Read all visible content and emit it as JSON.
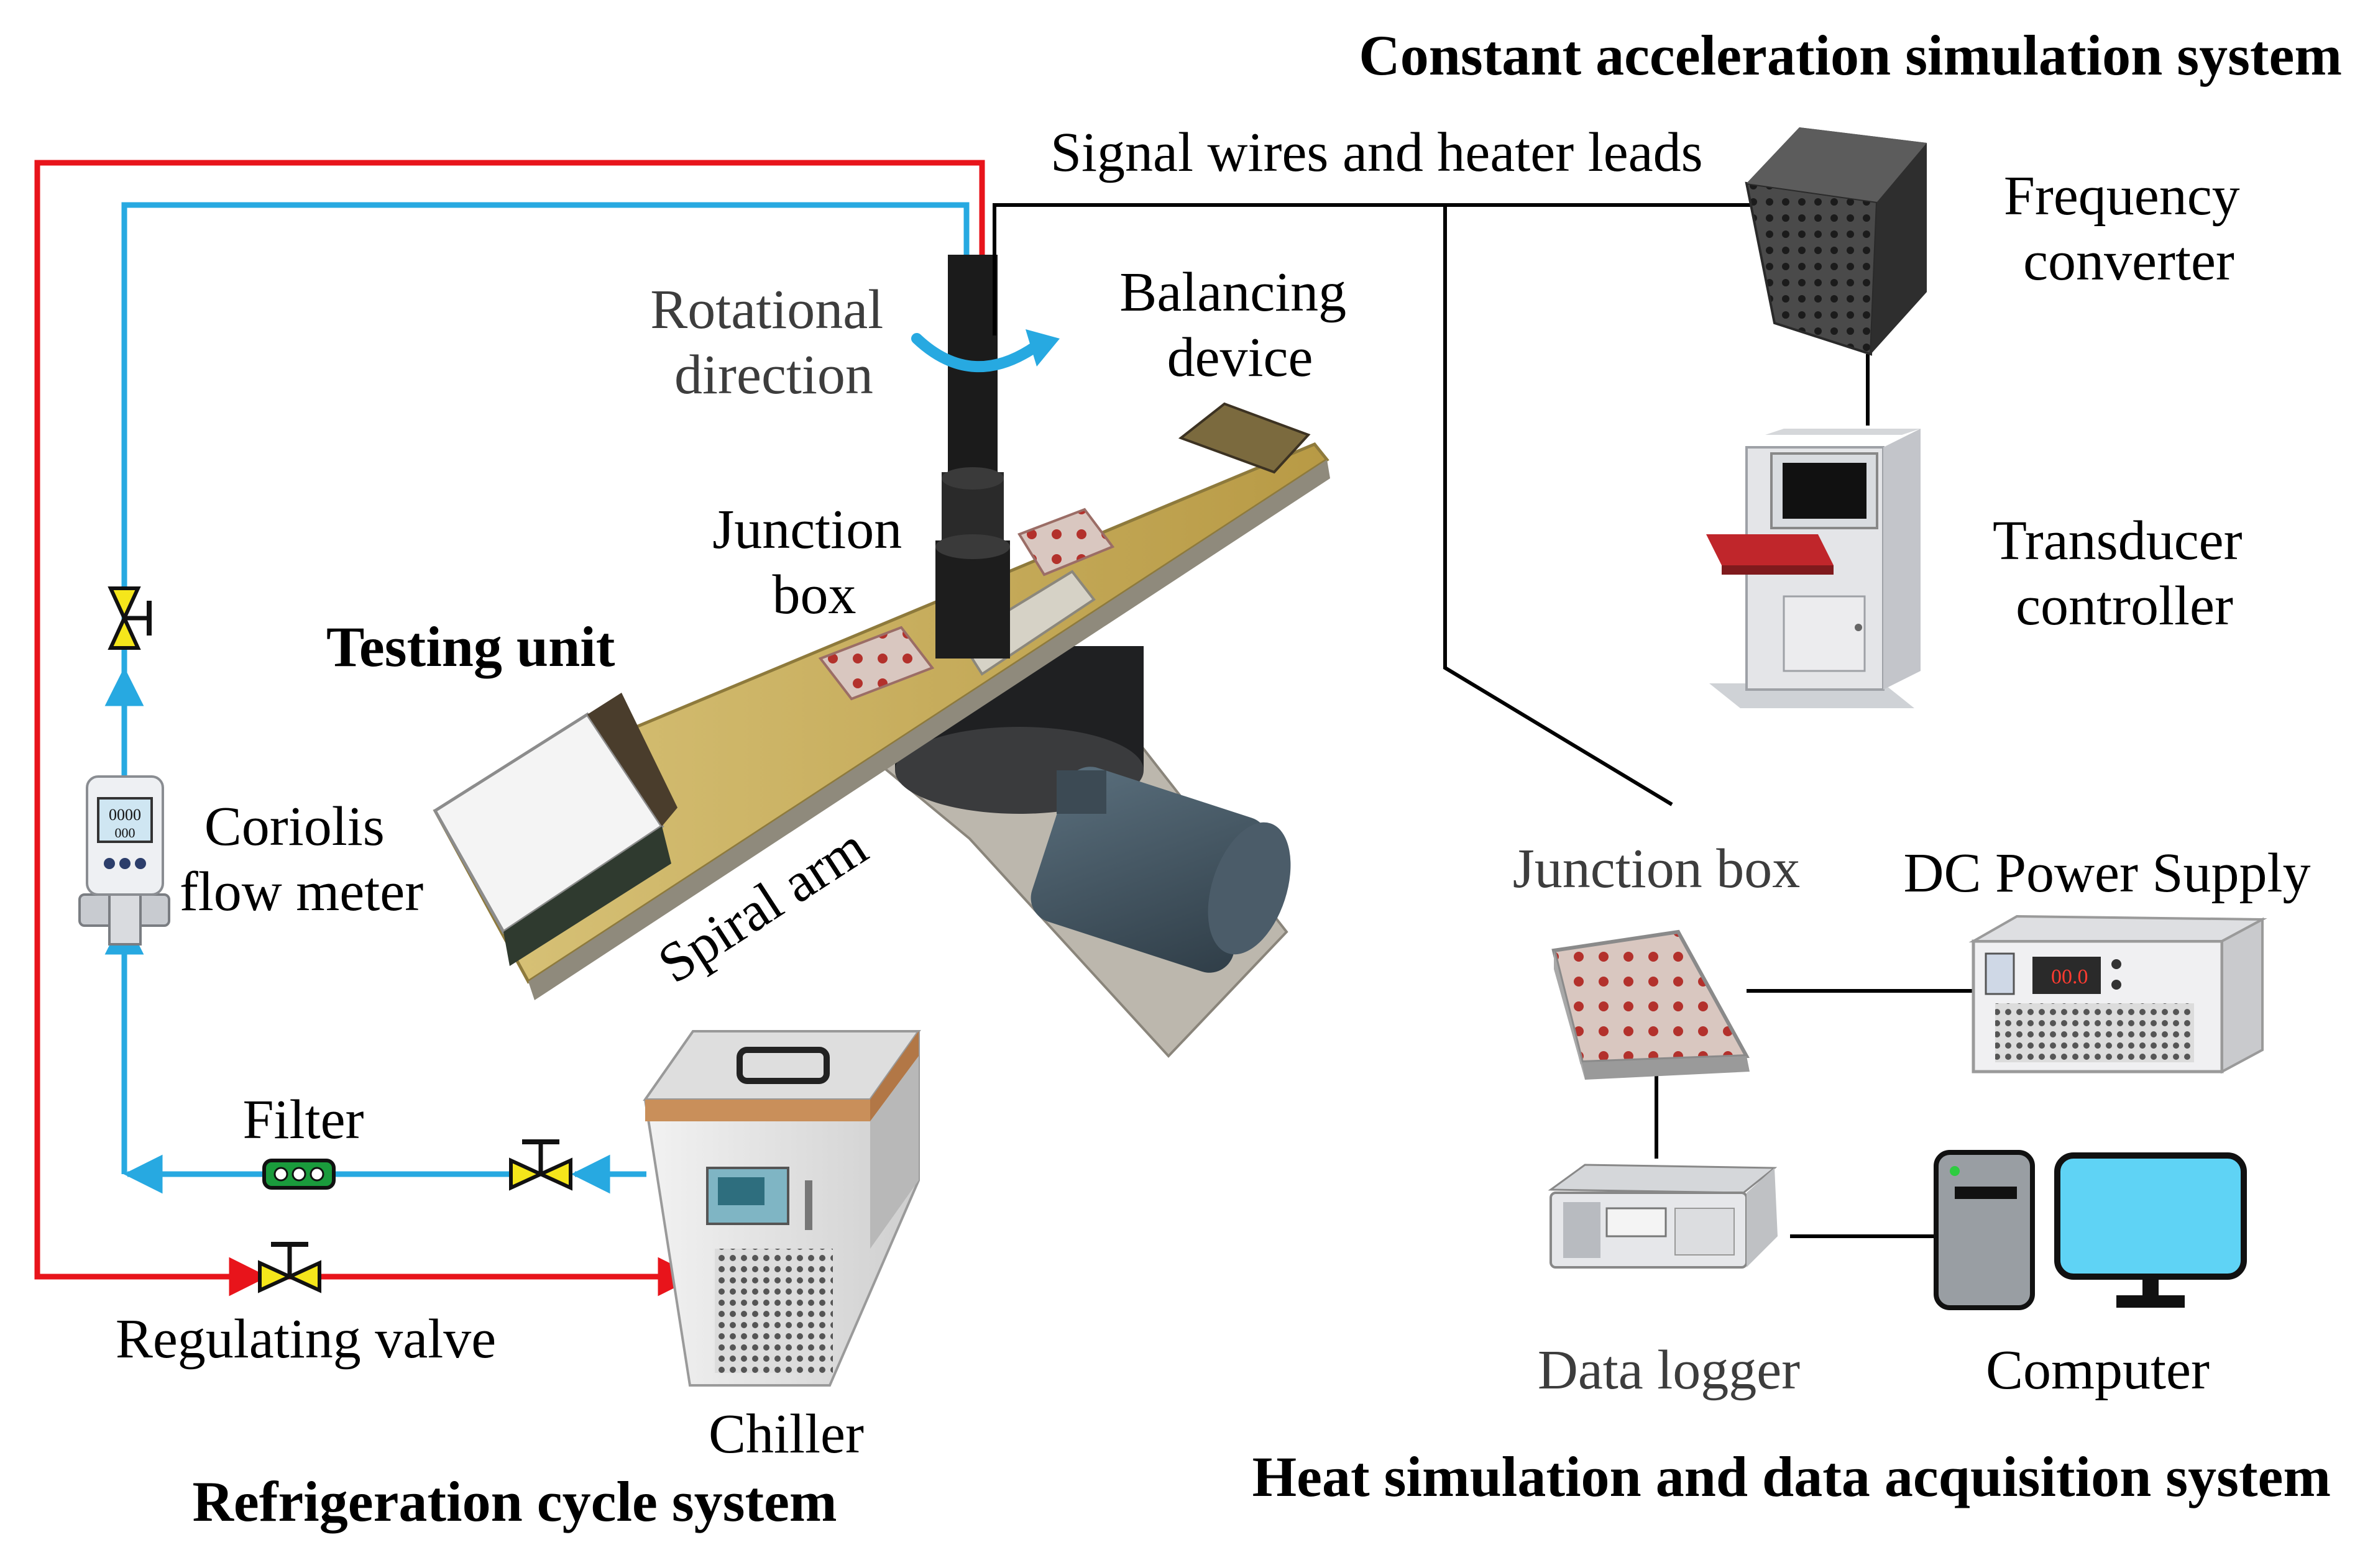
{
  "titles": {
    "constant_acceleration": "Constant acceleration simulation system",
    "heat_simulation": "Heat simulation and data acquisition system",
    "refrigeration": "Refrigeration cycle system",
    "testing_unit": "Testing unit"
  },
  "labels": {
    "signal_wires": "Signal wires and heater leads",
    "rotational_direction": [
      "Rotational",
      "direction"
    ],
    "balancing_device": [
      "Balancing",
      "device"
    ],
    "junction_box_rig": [
      "Junction",
      "box"
    ],
    "spiral_arm": "Spiral arm",
    "coriolis": [
      "Coriolis",
      "flow meter"
    ],
    "filter": "Filter",
    "regulating_valve": "Regulating valve",
    "chiller": "Chiller",
    "frequency_converter": [
      "Frequency",
      "converter"
    ],
    "transducer_controller": [
      "Transducer",
      "controller"
    ],
    "junction_box": "Junction box",
    "dc_power_supply": "DC Power Supply",
    "data_logger": "Data logger",
    "computer": "Computer"
  },
  "colors": {
    "supply_line": "#e8141b",
    "return_line": "#27a9e1",
    "signal_line": "#000000",
    "valve_fill": "#f5e61b",
    "filter_fill": "#1a9b3c",
    "screen": "#5fd3f5"
  }
}
